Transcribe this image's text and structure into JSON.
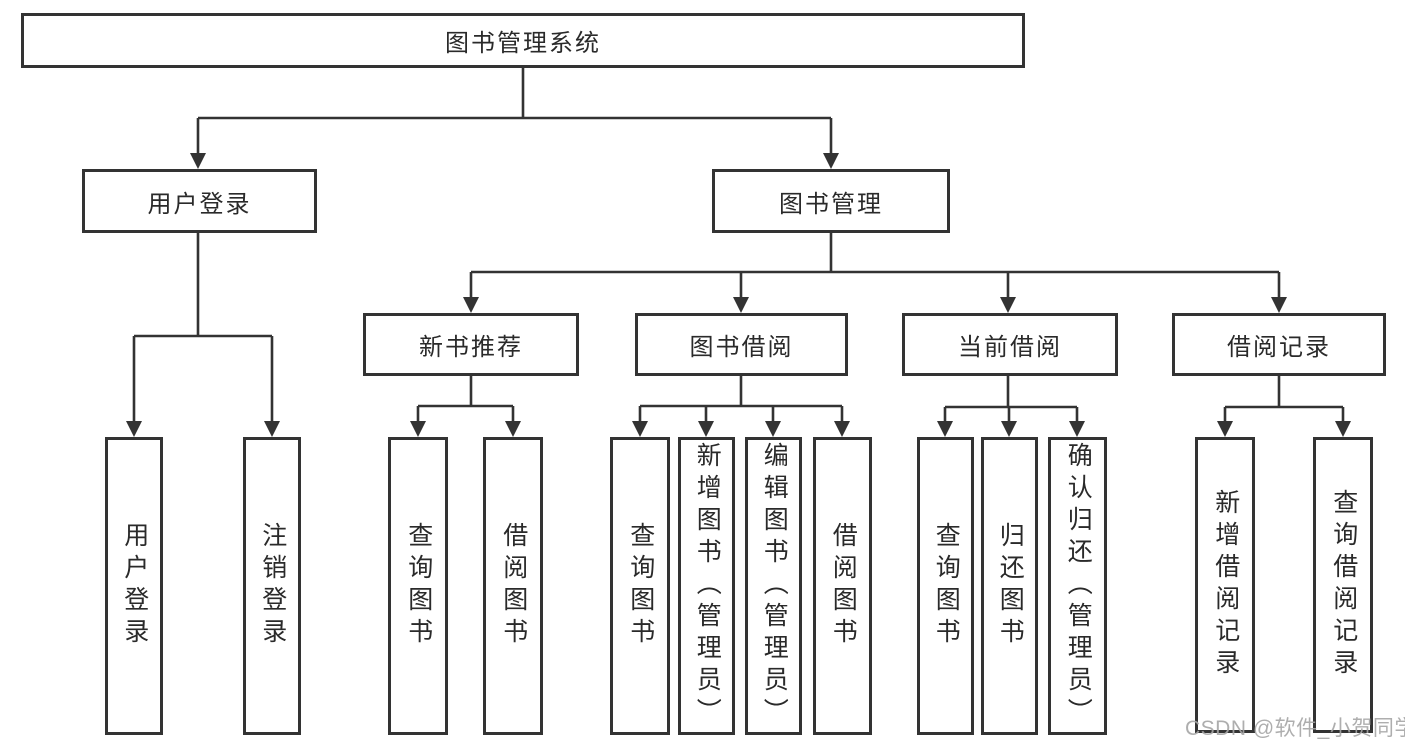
{
  "diagram_type": "functional-structure-tree",
  "tree": {
    "root": {
      "label": "图书管理系统"
    },
    "branches": [
      {
        "label": "用户登录",
        "leaves": [
          {
            "label": "用户登录"
          },
          {
            "label": "注销登录"
          }
        ]
      },
      {
        "label": "图书管理",
        "children": [
          {
            "label": "新书推荐",
            "leaves": [
              {
                "label": "查询图书"
              },
              {
                "label": "借阅图书"
              }
            ]
          },
          {
            "label": "图书借阅",
            "leaves": [
              {
                "label": "查询图书"
              },
              {
                "label": "新增图书（管理员）"
              },
              {
                "label": "编辑图书（管理员）"
              },
              {
                "label": "借阅图书"
              }
            ]
          },
          {
            "label": "当前借阅",
            "leaves": [
              {
                "label": "查询图书"
              },
              {
                "label": "归还图书"
              },
              {
                "label": "确认归还（管理员）"
              }
            ]
          },
          {
            "label": "借阅记录",
            "leaves": [
              {
                "label": "新增借阅记录"
              },
              {
                "label": "查询借阅记录"
              }
            ]
          }
        ]
      }
    ]
  },
  "watermark": {
    "text": "CSDN @软件_小贺同学"
  },
  "colors": {
    "line": "#333333",
    "border": "#333333",
    "text": "#2a2a2a",
    "background": "#ffffff",
    "watermark": "#a6a6a6"
  }
}
